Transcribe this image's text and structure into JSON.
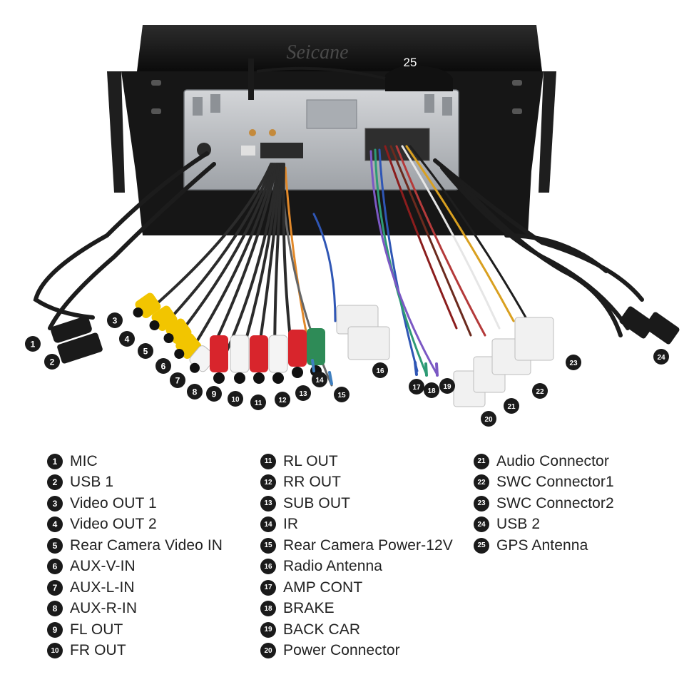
{
  "brand": "Seicane",
  "callouts": {
    "1": "1",
    "2": "2",
    "3": "3",
    "4": "4",
    "5": "5",
    "6": "6",
    "7": "7",
    "8": "8",
    "9": "9",
    "10": "10",
    "11": "11",
    "12": "12",
    "13": "13",
    "14": "14",
    "15": "15",
    "16": "16",
    "17": "17",
    "18": "18",
    "19": "19",
    "20": "20",
    "21": "21",
    "22": "22",
    "23": "23",
    "24": "24",
    "25": "25"
  },
  "legend": {
    "col1": [
      {
        "num": "1",
        "label": "MIC"
      },
      {
        "num": "2",
        "label": "USB 1"
      },
      {
        "num": "3",
        "label": "Video OUT 1"
      },
      {
        "num": "4",
        "label": "Video OUT 2"
      },
      {
        "num": "5",
        "label": "Rear Camera Video IN"
      },
      {
        "num": "6",
        "label": "AUX-V-IN"
      },
      {
        "num": "7",
        "label": "AUX-L-IN"
      },
      {
        "num": "8",
        "label": "AUX-R-IN"
      },
      {
        "num": "9",
        "label": "FL OUT"
      },
      {
        "num": "10",
        "label": "FR OUT"
      }
    ],
    "col2": [
      {
        "num": "11",
        "label": "RL OUT"
      },
      {
        "num": "12",
        "label": "RR OUT"
      },
      {
        "num": "13",
        "label": "SUB OUT"
      },
      {
        "num": "14",
        "label": "IR"
      },
      {
        "num": "15",
        "label": "Rear Camera Power-12V"
      },
      {
        "num": "16",
        "label": "Radio Antenna"
      },
      {
        "num": "17",
        "label": "AMP CONT"
      },
      {
        "num": "18",
        "label": "BRAKE"
      },
      {
        "num": "19",
        "label": "BACK CAR"
      },
      {
        "num": "20",
        "label": "Power Connector"
      }
    ],
    "col3": [
      {
        "num": "21",
        "label": "Audio Connector"
      },
      {
        "num": "22",
        "label": "SWC Connector1"
      },
      {
        "num": "23",
        "label": "SWC Connector2"
      },
      {
        "num": "24",
        "label": "USB 2"
      },
      {
        "num": "25",
        "label": "GPS Antenna"
      }
    ]
  },
  "colors": {
    "badge": "#1a1a1a",
    "rca_yellow": "#f2c500",
    "rca_white": "#f4f4f4",
    "rca_red": "#d8252c",
    "rca_green": "#2e8b57",
    "cable_black": "#1c1c1c",
    "chassis_metal": "#b9bcc0",
    "bezel_black": "#141414"
  }
}
